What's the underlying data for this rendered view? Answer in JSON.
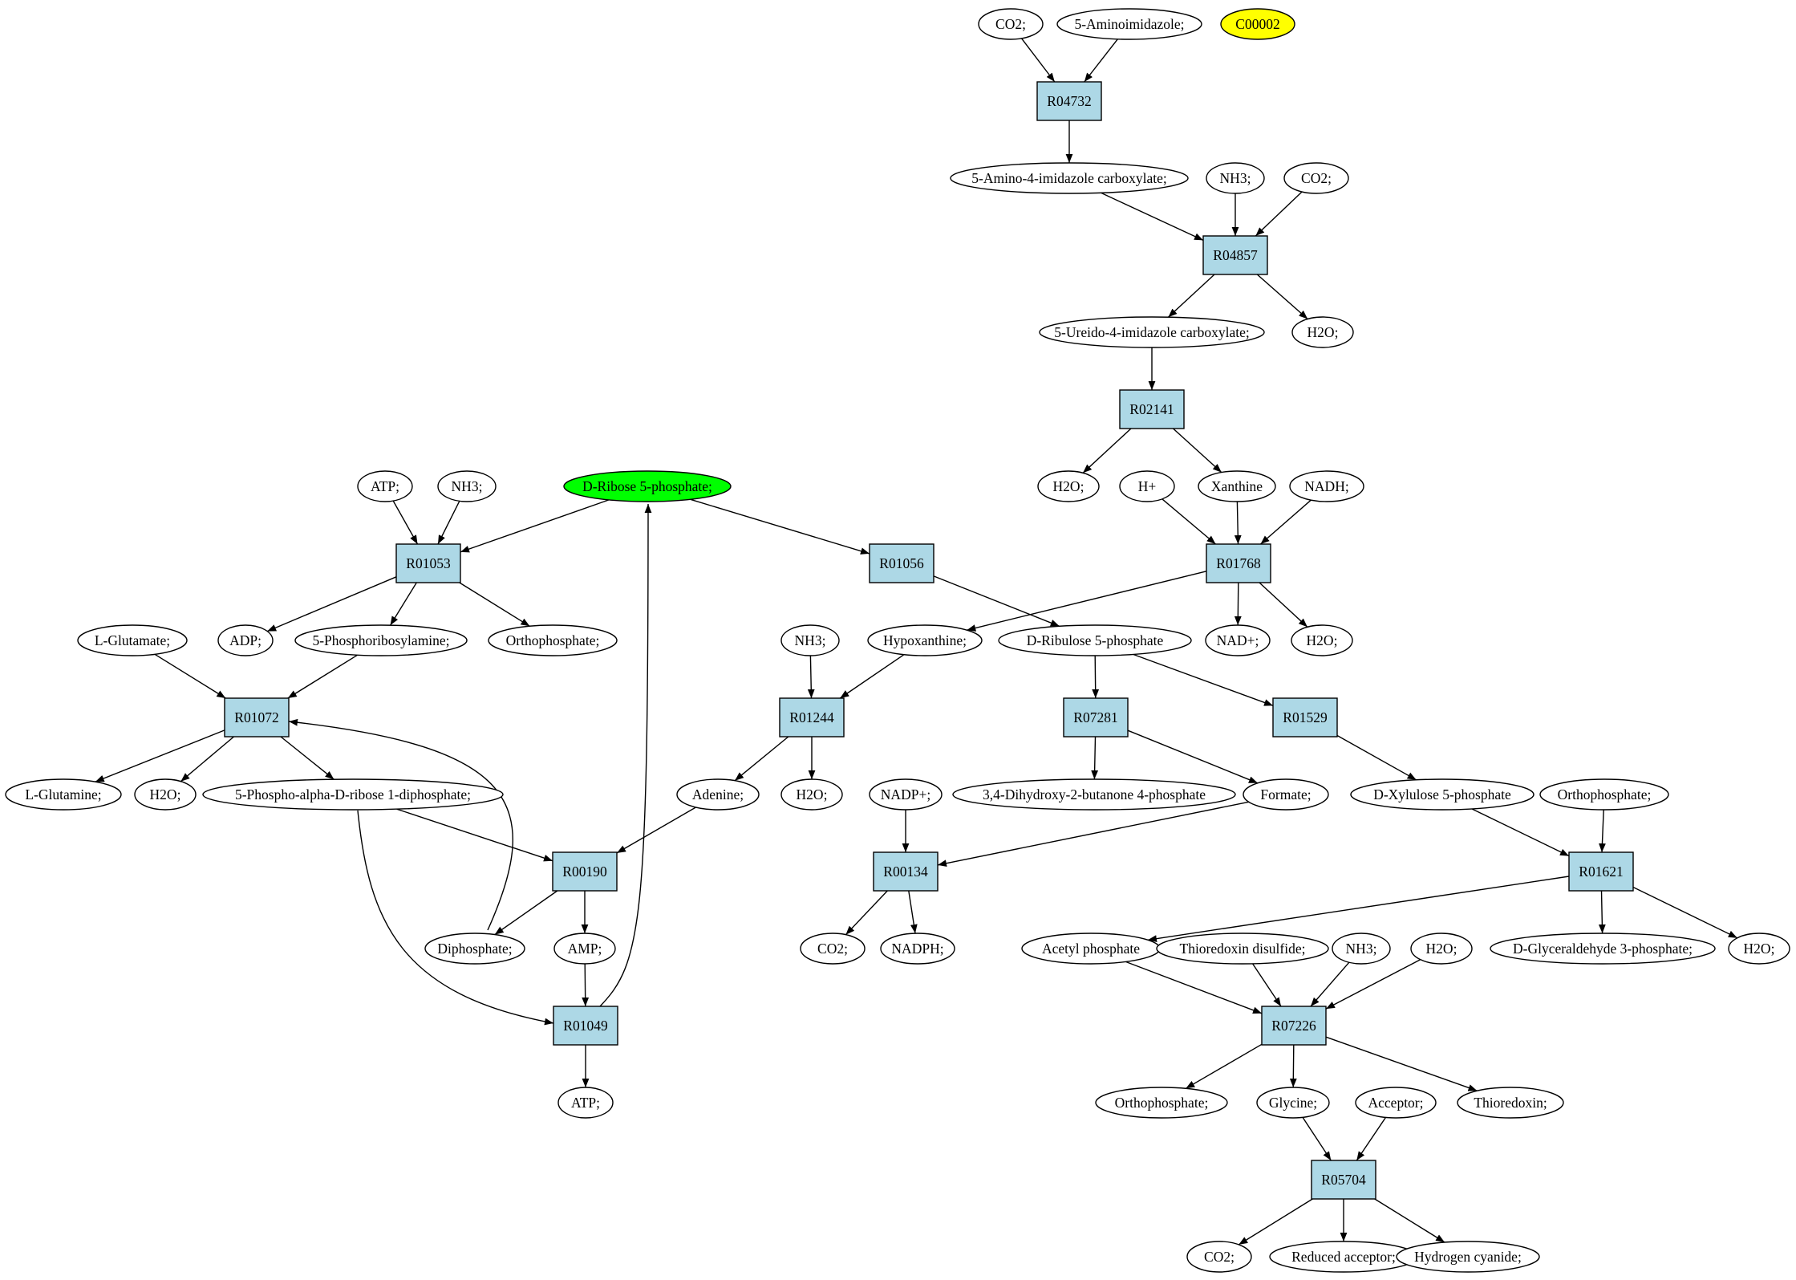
{
  "colors": {
    "reaction_fill": "#add8e6",
    "compound_fill": "#ffffff",
    "start_fill": "#00ff00",
    "query_fill": "#ffff00",
    "stroke": "#000000"
  },
  "nodes": [
    {
      "id": "c_co2_a",
      "label": "CO2;",
      "kind": "compound"
    },
    {
      "id": "c_5aminoimidazole",
      "label": "5-Aminoimidazole;",
      "kind": "compound"
    },
    {
      "id": "c_c00002",
      "label": "C00002",
      "kind": "query"
    },
    {
      "id": "r_R04732",
      "label": "R04732",
      "kind": "reaction"
    },
    {
      "id": "c_5a4ic",
      "label": "5-Amino-4-imidazole carboxylate;",
      "kind": "compound"
    },
    {
      "id": "c_nh3_a",
      "label": "NH3;",
      "kind": "compound"
    },
    {
      "id": "c_co2_b",
      "label": "CO2;",
      "kind": "compound"
    },
    {
      "id": "r_R04857",
      "label": "R04857",
      "kind": "reaction"
    },
    {
      "id": "c_5u4ic",
      "label": "5-Ureido-4-imidazole carboxylate;",
      "kind": "compound"
    },
    {
      "id": "c_h2o_a",
      "label": "H2O;",
      "kind": "compound"
    },
    {
      "id": "r_R02141",
      "label": "R02141",
      "kind": "reaction"
    },
    {
      "id": "c_h2o_b",
      "label": "H2O;",
      "kind": "compound"
    },
    {
      "id": "c_hplus",
      "label": "H+",
      "kind": "compound"
    },
    {
      "id": "c_xanthine",
      "label": "Xanthine",
      "kind": "compound"
    },
    {
      "id": "c_nadh",
      "label": "NADH;",
      "kind": "compound"
    },
    {
      "id": "r_R01768",
      "label": "R01768",
      "kind": "reaction"
    },
    {
      "id": "c_nadplus",
      "label": "NAD+;",
      "kind": "compound"
    },
    {
      "id": "c_h2o_c",
      "label": "H2O;",
      "kind": "compound"
    },
    {
      "id": "c_atp_a",
      "label": "ATP;",
      "kind": "compound"
    },
    {
      "id": "c_nh3_b",
      "label": "NH3;",
      "kind": "compound"
    },
    {
      "id": "c_r5p",
      "label": "D-Ribose 5-phosphate;",
      "kind": "start"
    },
    {
      "id": "r_R01053",
      "label": "R01053",
      "kind": "reaction"
    },
    {
      "id": "r_R01056",
      "label": "R01056",
      "kind": "reaction"
    },
    {
      "id": "c_lglutamate",
      "label": "L-Glutamate;",
      "kind": "compound"
    },
    {
      "id": "c_adp",
      "label": "ADP;",
      "kind": "compound"
    },
    {
      "id": "c_5pra",
      "label": "5-Phosphoribosylamine;",
      "kind": "compound"
    },
    {
      "id": "c_ortho_a",
      "label": "Orthophosphate;",
      "kind": "compound"
    },
    {
      "id": "c_nh3_c",
      "label": "NH3;",
      "kind": "compound"
    },
    {
      "id": "c_hypoxanthine",
      "label": "Hypoxanthine;",
      "kind": "compound"
    },
    {
      "id": "c_ru5p",
      "label": "D-Ribulose 5-phosphate",
      "kind": "compound"
    },
    {
      "id": "r_R01072",
      "label": "R01072",
      "kind": "reaction"
    },
    {
      "id": "r_R01244",
      "label": "R01244",
      "kind": "reaction"
    },
    {
      "id": "r_R07281",
      "label": "R07281",
      "kind": "reaction"
    },
    {
      "id": "r_R01529",
      "label": "R01529",
      "kind": "reaction"
    },
    {
      "id": "c_lglutamine",
      "label": "L-Glutamine;",
      "kind": "compound"
    },
    {
      "id": "c_h2o_d",
      "label": "H2O;",
      "kind": "compound"
    },
    {
      "id": "c_prpp",
      "label": "5-Phospho-alpha-D-ribose 1-diphosphate;",
      "kind": "compound"
    },
    {
      "id": "c_adenine",
      "label": "Adenine;",
      "kind": "compound"
    },
    {
      "id": "c_h2o_e",
      "label": "H2O;",
      "kind": "compound"
    },
    {
      "id": "c_nadpplus",
      "label": "NADP+;",
      "kind": "compound"
    },
    {
      "id": "c_dhbp",
      "label": "3,4-Dihydroxy-2-butanone 4-phosphate",
      "kind": "compound"
    },
    {
      "id": "c_formate",
      "label": "Formate;",
      "kind": "compound"
    },
    {
      "id": "c_xu5p",
      "label": "D-Xylulose 5-phosphate",
      "kind": "compound"
    },
    {
      "id": "c_ortho_b",
      "label": "Orthophosphate;",
      "kind": "compound"
    },
    {
      "id": "r_R00190",
      "label": "R00190",
      "kind": "reaction"
    },
    {
      "id": "r_R00134",
      "label": "R00134",
      "kind": "reaction"
    },
    {
      "id": "r_R01621",
      "label": "R01621",
      "kind": "reaction"
    },
    {
      "id": "c_diphosphate",
      "label": "Diphosphate;",
      "kind": "compound"
    },
    {
      "id": "c_amp",
      "label": "AMP;",
      "kind": "compound"
    },
    {
      "id": "c_co2_c",
      "label": "CO2;",
      "kind": "compound"
    },
    {
      "id": "c_nadph",
      "label": "NADPH;",
      "kind": "compound"
    },
    {
      "id": "c_acetylp",
      "label": "Acetyl phosphate",
      "kind": "compound"
    },
    {
      "id": "c_thiodis",
      "label": "Thioredoxin disulfide;",
      "kind": "compound"
    },
    {
      "id": "c_nh3_d",
      "label": "NH3;",
      "kind": "compound"
    },
    {
      "id": "c_h2o_f",
      "label": "H2O;",
      "kind": "compound"
    },
    {
      "id": "c_g3p",
      "label": "D-Glyceraldehyde 3-phosphate;",
      "kind": "compound"
    },
    {
      "id": "c_h2o_g",
      "label": "H2O;",
      "kind": "compound"
    },
    {
      "id": "r_R01049",
      "label": "R01049",
      "kind": "reaction"
    },
    {
      "id": "r_R07226",
      "label": "R07226",
      "kind": "reaction"
    },
    {
      "id": "c_atp_b",
      "label": "ATP;",
      "kind": "compound"
    },
    {
      "id": "c_ortho_c",
      "label": "Orthophosphate;",
      "kind": "compound"
    },
    {
      "id": "c_glycine",
      "label": "Glycine;",
      "kind": "compound"
    },
    {
      "id": "c_acceptor",
      "label": "Acceptor;",
      "kind": "compound"
    },
    {
      "id": "c_thioredoxin",
      "label": "Thioredoxin;",
      "kind": "compound"
    },
    {
      "id": "r_R05704",
      "label": "R05704",
      "kind": "reaction"
    },
    {
      "id": "c_co2_d",
      "label": "CO2;",
      "kind": "compound"
    },
    {
      "id": "c_redacc",
      "label": "Reduced acceptor;",
      "kind": "compound"
    },
    {
      "id": "c_hcn",
      "label": "Hydrogen cyanide;",
      "kind": "compound"
    }
  ],
  "edges": [
    [
      "c_co2_a",
      "r_R04732"
    ],
    [
      "c_5aminoimidazole",
      "r_R04732"
    ],
    [
      "r_R04732",
      "c_5a4ic"
    ],
    [
      "c_5a4ic",
      "r_R04857"
    ],
    [
      "c_nh3_a",
      "r_R04857"
    ],
    [
      "c_co2_b",
      "r_R04857"
    ],
    [
      "r_R04857",
      "c_5u4ic"
    ],
    [
      "r_R04857",
      "c_h2o_a"
    ],
    [
      "c_5u4ic",
      "r_R02141"
    ],
    [
      "r_R02141",
      "c_h2o_b"
    ],
    [
      "r_R02141",
      "c_xanthine"
    ],
    [
      "c_hplus",
      "r_R01768"
    ],
    [
      "c_xanthine",
      "r_R01768"
    ],
    [
      "c_nadh",
      "r_R01768"
    ],
    [
      "r_R01768",
      "c_hypoxanthine"
    ],
    [
      "r_R01768",
      "c_nadplus"
    ],
    [
      "r_R01768",
      "c_h2o_c"
    ],
    [
      "c_atp_a",
      "r_R01053"
    ],
    [
      "c_nh3_b",
      "r_R01053"
    ],
    [
      "c_r5p",
      "r_R01053"
    ],
    [
      "c_r5p",
      "r_R01056"
    ],
    [
      "r_R01053",
      "c_adp"
    ],
    [
      "r_R01053",
      "c_5pra"
    ],
    [
      "r_R01053",
      "c_ortho_a"
    ],
    [
      "r_R01056",
      "c_ru5p"
    ],
    [
      "c_lglutamate",
      "r_R01072"
    ],
    [
      "c_5pra",
      "r_R01072"
    ],
    [
      "r_R01072",
      "c_lglutamine"
    ],
    [
      "r_R01072",
      "c_h2o_d"
    ],
    [
      "r_R01072",
      "c_prpp"
    ],
    [
      "c_nh3_c",
      "r_R01244"
    ],
    [
      "c_hypoxanthine",
      "r_R01244"
    ],
    [
      "r_R01244",
      "c_adenine"
    ],
    [
      "r_R01244",
      "c_h2o_e"
    ],
    [
      "c_ru5p",
      "r_R07281"
    ],
    [
      "c_ru5p",
      "r_R01529"
    ],
    [
      "r_R07281",
      "c_dhbp"
    ],
    [
      "r_R07281",
      "c_formate"
    ],
    [
      "r_R01529",
      "c_xu5p"
    ],
    [
      "c_prpp",
      "r_R00190"
    ],
    [
      "c_adenine",
      "r_R00190"
    ],
    [
      "r_R00190",
      "c_diphosphate"
    ],
    [
      "r_R00190",
      "c_amp"
    ],
    [
      "c_diphosphate",
      "r_R01072"
    ],
    [
      "c_nadpplus",
      "r_R00134"
    ],
    [
      "c_formate",
      "r_R00134"
    ],
    [
      "r_R00134",
      "c_co2_c"
    ],
    [
      "r_R00134",
      "c_nadph"
    ],
    [
      "c_xu5p",
      "r_R01621"
    ],
    [
      "c_ortho_b",
      "r_R01621"
    ],
    [
      "r_R01621",
      "c_acetylp"
    ],
    [
      "r_R01621",
      "c_g3p"
    ],
    [
      "r_R01621",
      "c_h2o_g"
    ],
    [
      "c_amp",
      "r_R01049"
    ],
    [
      "c_prpp",
      "r_R01049"
    ],
    [
      "r_R01049",
      "c_atp_b"
    ],
    [
      "r_R01049",
      "c_r5p"
    ],
    [
      "c_acetylp",
      "r_R07226"
    ],
    [
      "c_thiodis",
      "r_R07226"
    ],
    [
      "c_nh3_d",
      "r_R07226"
    ],
    [
      "c_h2o_f",
      "r_R07226"
    ],
    [
      "r_R07226",
      "c_ortho_c"
    ],
    [
      "r_R07226",
      "c_glycine"
    ],
    [
      "r_R07226",
      "c_thioredoxin"
    ],
    [
      "c_glycine",
      "r_R05704"
    ],
    [
      "c_acceptor",
      "r_R05704"
    ],
    [
      "r_R05704",
      "c_co2_d"
    ],
    [
      "r_R05704",
      "c_redacc"
    ],
    [
      "r_R05704",
      "c_hcn"
    ]
  ]
}
